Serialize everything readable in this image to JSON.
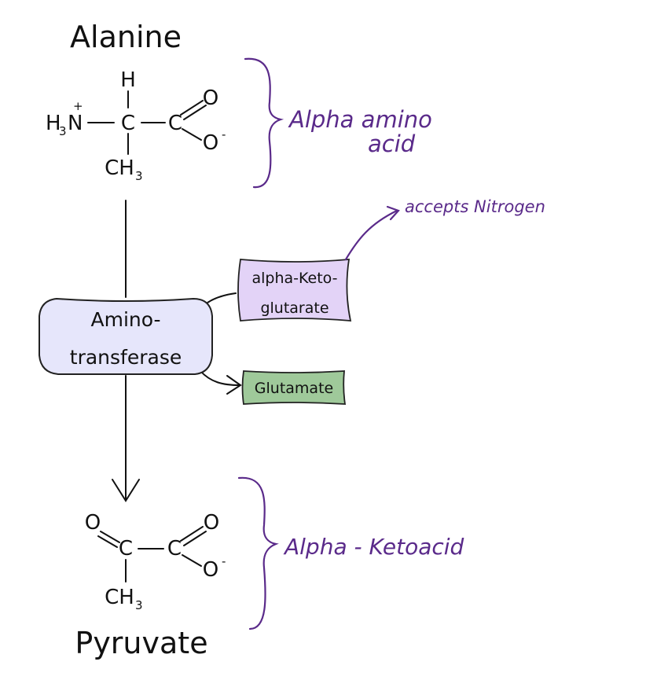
{
  "titles": {
    "top": "Alanine",
    "bottom": "Pyruvate"
  },
  "alanine": {
    "h": "H",
    "n_group": "H",
    "n_sub": "3",
    "n_atom": "N",
    "n_charge": "+",
    "c1": "C",
    "c2": "C",
    "o_double": "O",
    "o_single": "O",
    "o_charge": "-",
    "ch": "CH",
    "ch_sub": "3"
  },
  "pyruvate": {
    "o_left": "O",
    "c1": "C",
    "c2": "C",
    "o_double": "O",
    "o_single": "O",
    "o_charge": "-",
    "ch": "CH",
    "ch_sub": "3"
  },
  "enzyme": {
    "line1": "Amino-",
    "line2": "transferase"
  },
  "cosubstrate": {
    "line1": "alpha-Keto-",
    "line2": "glutarate"
  },
  "product": {
    "label": "Glutamate"
  },
  "annotations": {
    "alpha_amino_line1": "Alpha amino",
    "alpha_amino_line2": "acid",
    "accepts": "accepts Nitrogen",
    "alpha_keto": "Alpha - Ketoacid"
  },
  "colors": {
    "enzyme_fill": "#e6e6fb",
    "cosubstrate_fill": "#e3d3f7",
    "product_fill": "#9fc99a",
    "annotation": "#5a2a8a"
  }
}
